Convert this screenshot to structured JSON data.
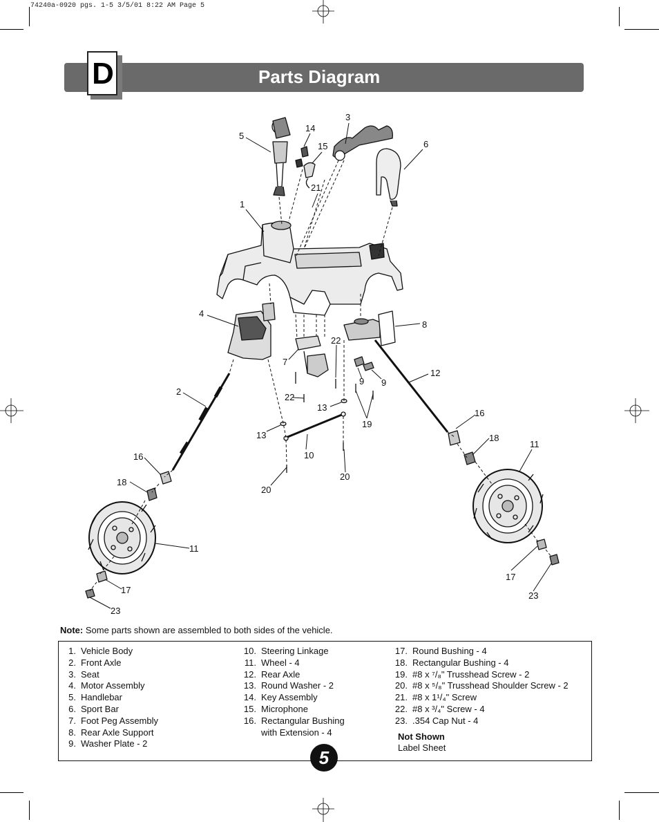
{
  "slug": "74240a-0920 pgs. 1-5  3/5/01 8:22 AM  Page 5",
  "section": {
    "letter": "D",
    "title": "Parts Diagram"
  },
  "callouts": [
    "5",
    "14",
    "3",
    "15",
    "6",
    "21",
    "1",
    "4",
    "8",
    "22",
    "7",
    "9",
    "9",
    "12",
    "2",
    "22",
    "13",
    "19",
    "16",
    "13",
    "10",
    "18",
    "11",
    "16",
    "20",
    "20",
    "18",
    "11",
    "17",
    "23",
    "17",
    "23"
  ],
  "note": {
    "label": "Note:",
    "text": "Some parts shown are assembled to both sides of the vehicle."
  },
  "parts_col1": [
    {
      "n": "1.",
      "name": "Vehicle Body"
    },
    {
      "n": "2.",
      "name": "Front Axle"
    },
    {
      "n": "3.",
      "name": "Seat"
    },
    {
      "n": "4.",
      "name": "Motor Assembly"
    },
    {
      "n": "5.",
      "name": "Handlebar"
    },
    {
      "n": "6.",
      "name": "Sport Bar"
    },
    {
      "n": "7.",
      "name": "Foot Peg Assembly"
    },
    {
      "n": "8.",
      "name": "Rear Axle Support"
    },
    {
      "n": "9.",
      "name": "Washer Plate - 2"
    }
  ],
  "parts_col2": [
    {
      "n": "10.",
      "name": "Steering Linkage"
    },
    {
      "n": "11.",
      "name": "Wheel - 4"
    },
    {
      "n": "12.",
      "name": "Rear Axle"
    },
    {
      "n": "13.",
      "name": "Round Washer - 2"
    },
    {
      "n": "14.",
      "name": "Key Assembly"
    },
    {
      "n": "15.",
      "name": "Microphone"
    },
    {
      "n": "16.",
      "name": "Rectangular Bushing"
    }
  ],
  "parts_col2_cont": "with Extension - 4",
  "parts_col3": [
    {
      "n": "17.",
      "name": "Round Bushing - 4"
    },
    {
      "n": "18.",
      "name": "Rectangular Bushing - 4"
    },
    {
      "n": "19.",
      "name": "#8 x ⁷/₈\" Trusshead Screw - 2"
    },
    {
      "n": "20.",
      "name": "#8 x ⁵/₈\" Trusshead Shoulder Screw - 2"
    },
    {
      "n": "21.",
      "name": "#8 x 1¹/₄\" Screw"
    },
    {
      "n": "22.",
      "name": "#8 x ³/₄\" Screw - 4"
    },
    {
      "n": "23.",
      "name": ".354 Cap Nut - 4"
    }
  ],
  "not_shown": {
    "heading": "Not Shown",
    "item": "Label Sheet"
  },
  "page_number": "5"
}
